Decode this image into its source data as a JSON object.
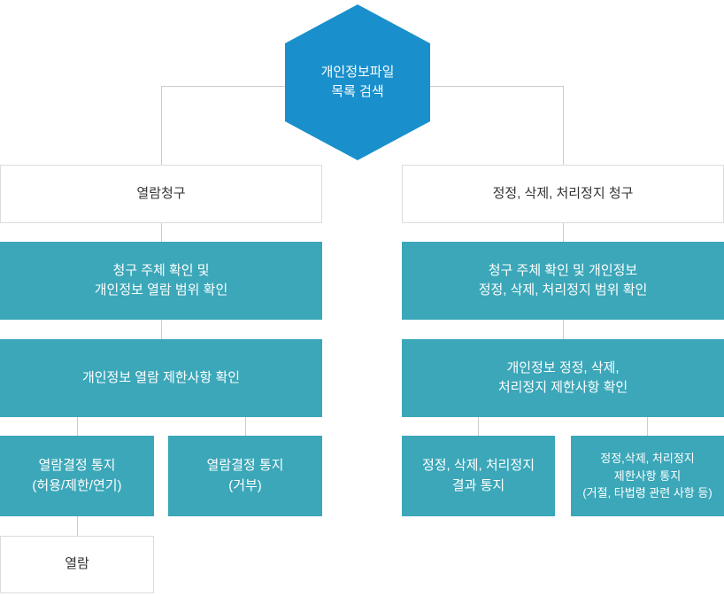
{
  "colors": {
    "hexagon_blue": "#1990cc",
    "box_teal": "#3ba7b9",
    "border_gray": "#dcdcdc",
    "line_gray": "#cccccc"
  },
  "root": {
    "label": "개인정보파일\n목록 검색"
  },
  "left": {
    "header": "열람청구",
    "step1": "청구 주체 확인 및\n개인정보 열람 범위 확인",
    "step2": "개인정보 열람 제한사항 확인",
    "outcome1": "열람결정 통지\n(허용/제한/연기)",
    "outcome2": "열람결정 통지\n(거부)",
    "final": "열람"
  },
  "right": {
    "header": "정정, 삭제, 처리정지 청구",
    "step1": "청구 주체 확인 및 개인정보\n정정, 삭제, 처리정지 범위 확인",
    "step2": "개인정보 정정, 삭제,\n처리정지 제한사항 확인",
    "outcome1": "정정, 삭제, 처리정지\n결과 통지",
    "outcome2": "정정,삭제, 처리정지\n제한사항 통지\n(거절, 타법령 관련 사항 등)"
  }
}
